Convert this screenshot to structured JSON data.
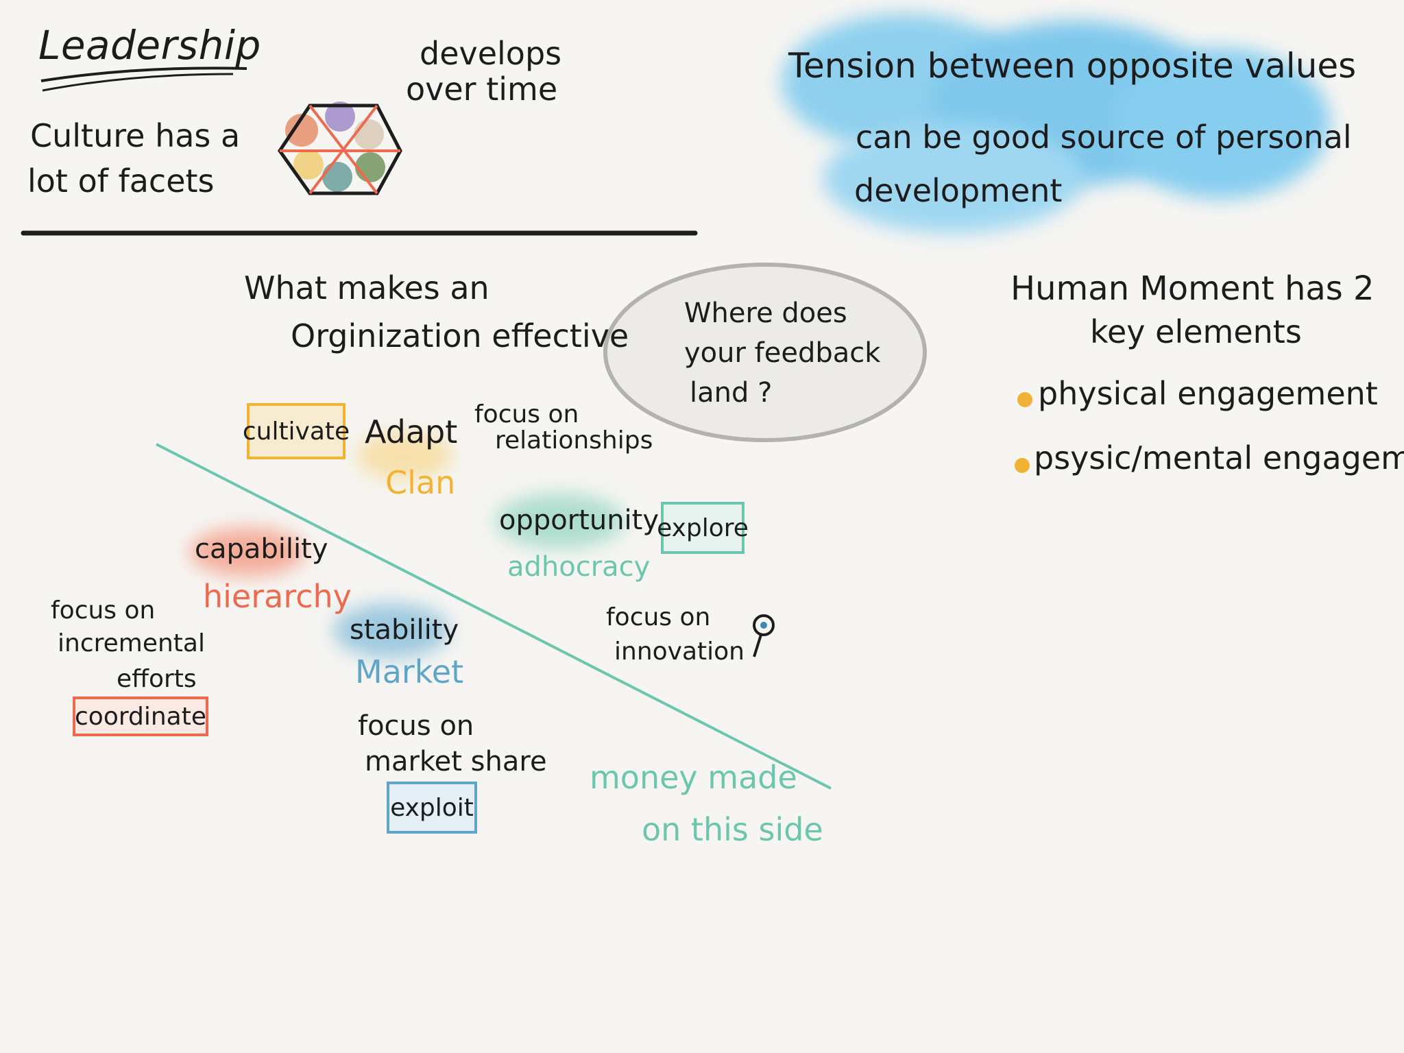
{
  "header": {
    "title": "Leadership",
    "culture_line1": "Culture has a",
    "culture_line2": "lot of facets",
    "develops_line1": "develops",
    "develops_line2": "over time"
  },
  "tension": {
    "line1": "Tension between opposite values",
    "line2": "can be good source of personal",
    "line3": "development"
  },
  "effective": {
    "line1": "What makes an",
    "line2": "Orginization effective"
  },
  "feedback": {
    "line1": "Where does",
    "line2": "your feedback",
    "line3": "land ?"
  },
  "human_moment": {
    "line1": "Human Moment has 2",
    "line2": "key elements",
    "items": [
      "physical engagement",
      "psysic/mental engagement"
    ]
  },
  "quadrants": {
    "clan": {
      "box": "cultivate",
      "keyword": "Adapt",
      "type": "Clan",
      "focus_line1": "focus on",
      "focus_line2": "relationships",
      "color": "#f2b233"
    },
    "adhocracy": {
      "keyword": "opportunity",
      "type": "adhocracy",
      "box": "explore",
      "focus_line1": "focus on",
      "focus_line2": "innovation",
      "color": "#6cc6ae"
    },
    "hierarchy": {
      "keyword": "capability",
      "type": "hierarchy",
      "focus_line1": "focus on",
      "focus_line2": "incremental",
      "focus_line3": "efforts",
      "box": "coordinate",
      "color": "#ee6a4f"
    },
    "market": {
      "keyword": "stability",
      "type": "Market",
      "focus_line1": "focus on",
      "focus_line2": "market share",
      "box": "exploit",
      "color": "#5fa5c8"
    }
  },
  "money_note": {
    "line1": "money made",
    "line2": "on this side",
    "color": "#6cc6ae"
  },
  "icons": [
    "hexagon-facets-icon",
    "lightbulb-icon",
    "bullet-dot-icon"
  ]
}
